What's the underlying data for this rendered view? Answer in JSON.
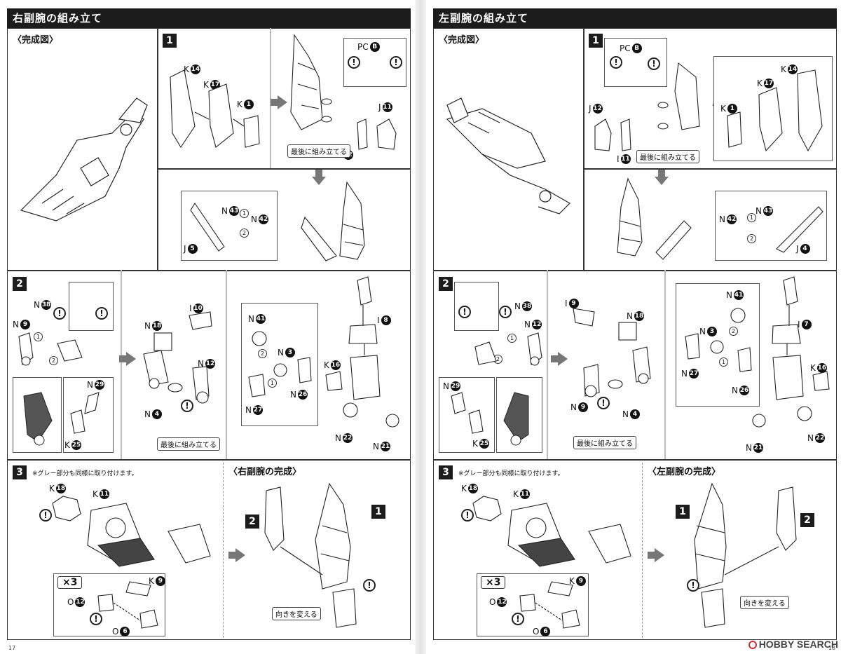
{
  "left_page": {
    "title": "右副腕の組み立て",
    "completed_label": "〈完成図〉",
    "final_label": "〈右副腕の完成〉",
    "page_number": "17",
    "step1": {
      "number": "1",
      "parts": [
        {
          "letter": "K",
          "num": "14"
        },
        {
          "letter": "K",
          "num": "17"
        },
        {
          "letter": "K",
          "num": "1"
        },
        {
          "letter": "J",
          "num": "11"
        },
        {
          "letter": "I",
          "num": "12"
        }
      ],
      "pc": {
        "letter": "PC",
        "num": "B"
      },
      "last_tag": "最後に組み立てる",
      "inset_parts": [
        {
          "letter": "N",
          "num": "43"
        },
        {
          "letter": "N",
          "num": "42"
        },
        {
          "letter": "J",
          "num": "5"
        }
      ]
    },
    "step2": {
      "number": "2",
      "parts_a": [
        {
          "letter": "N",
          "num": "38"
        },
        {
          "letter": "N",
          "num": "9"
        },
        {
          "letter": "N",
          "num": "29"
        },
        {
          "letter": "K",
          "num": "25"
        }
      ],
      "parts_b": [
        {
          "letter": "I",
          "num": "10"
        },
        {
          "letter": "N",
          "num": "18"
        },
        {
          "letter": "N",
          "num": "12"
        },
        {
          "letter": "N",
          "num": "4"
        }
      ],
      "last_tag": "最後に組み立てる",
      "parts_c": [
        {
          "letter": "N",
          "num": "41"
        },
        {
          "letter": "N",
          "num": "3"
        },
        {
          "letter": "N",
          "num": "26"
        },
        {
          "letter": "N",
          "num": "27"
        }
      ],
      "parts_d": [
        {
          "letter": "I",
          "num": "8"
        },
        {
          "letter": "K",
          "num": "16"
        },
        {
          "letter": "N",
          "num": "22"
        },
        {
          "letter": "N",
          "num": "21"
        }
      ]
    },
    "step3": {
      "number": "3",
      "note": "※グレー部分も同様に取り付けます。",
      "parts": [
        {
          "letter": "K",
          "num": "18"
        },
        {
          "letter": "K",
          "num": "11"
        },
        {
          "letter": "K",
          "num": "9"
        },
        {
          "letter": "O",
          "num": "12"
        },
        {
          "letter": "O",
          "num": "6"
        }
      ],
      "multiplier": "×3"
    },
    "final": {
      "ref_a": "1",
      "ref_b": "2",
      "turn_tag": "向きを変える"
    }
  },
  "right_page": {
    "title": "左副腕の組み立て",
    "completed_label": "〈完成図〉",
    "final_label": "〈左副腕の完成〉",
    "page_number": "18",
    "step1": {
      "number": "1",
      "parts": [
        {
          "letter": "K",
          "num": "14"
        },
        {
          "letter": "K",
          "num": "17"
        },
        {
          "letter": "K",
          "num": "1"
        },
        {
          "letter": "J",
          "num": "12"
        },
        {
          "letter": "I",
          "num": "11"
        }
      ],
      "pc": {
        "letter": "PC",
        "num": "B"
      },
      "last_tag": "最後に組み立てる",
      "inset_parts": [
        {
          "letter": "N",
          "num": "42"
        },
        {
          "letter": "N",
          "num": "43"
        },
        {
          "letter": "J",
          "num": "4"
        }
      ]
    },
    "step2": {
      "number": "2",
      "parts_a": [
        {
          "letter": "N",
          "num": "38"
        },
        {
          "letter": "N",
          "num": "12"
        },
        {
          "letter": "N",
          "num": "29"
        },
        {
          "letter": "K",
          "num": "25"
        }
      ],
      "parts_b": [
        {
          "letter": "I",
          "num": "9"
        },
        {
          "letter": "N",
          "num": "18"
        },
        {
          "letter": "N",
          "num": "9"
        },
        {
          "letter": "N",
          "num": "4"
        }
      ],
      "last_tag": "最後に組み立てる",
      "parts_c": [
        {
          "letter": "N",
          "num": "41"
        },
        {
          "letter": "N",
          "num": "3"
        },
        {
          "letter": "N",
          "num": "27"
        },
        {
          "letter": "N",
          "num": "26"
        }
      ],
      "parts_d": [
        {
          "letter": "I",
          "num": "7"
        },
        {
          "letter": "K",
          "num": "16"
        },
        {
          "letter": "N",
          "num": "21"
        },
        {
          "letter": "N",
          "num": "22"
        }
      ]
    },
    "step3": {
      "number": "3",
      "note": "※グレー部分も同様に取り付けます。",
      "parts": [
        {
          "letter": "K",
          "num": "18"
        },
        {
          "letter": "K",
          "num": "11"
        },
        {
          "letter": "K",
          "num": "9"
        },
        {
          "letter": "O",
          "num": "12"
        },
        {
          "letter": "O",
          "num": "6"
        }
      ],
      "multiplier": "×3"
    },
    "final": {
      "ref_a": "1",
      "ref_b": "2",
      "turn_tag": "向きを変える"
    }
  },
  "watermark": "HOBBY SEARCH",
  "icons": {
    "caution": "!",
    "sequence_1": "1",
    "sequence_2": "2"
  }
}
